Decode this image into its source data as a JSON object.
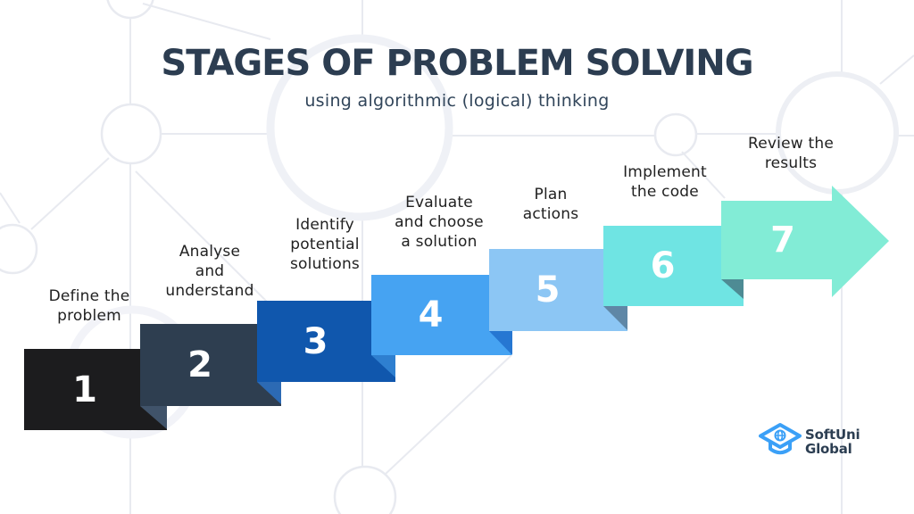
{
  "header": {
    "title": "STAGES OF PROBLEM SOLVING",
    "subtitle": "using algorithmic (logical) thinking"
  },
  "stages": [
    {
      "number": "1",
      "label": "Define the\nproblem",
      "color": "#1c1c1e"
    },
    {
      "number": "2",
      "label": "Analyse\nand\nunderstand",
      "color": "#2e3e50",
      "fold_color": "#40536a"
    },
    {
      "number": "3",
      "label": "Identify\npotential\nsolutions",
      "color": "#1057ad",
      "fold_color": "#2c6ab4"
    },
    {
      "number": "4",
      "label": "Evaluate\nand choose\na solution",
      "color": "#46a3f2",
      "fold_color": "#2e7fd0"
    },
    {
      "number": "5",
      "label": "Plan\nactions",
      "color": "#8cc6f4",
      "fold_color": "#2677d2"
    },
    {
      "number": "6",
      "label": "Implement\nthe code",
      "color": "#6fe4e3",
      "fold_color": "#5f87a6"
    },
    {
      "number": "7",
      "label": "Review the\nresults",
      "color": "#82ecd6",
      "fold_color": "#4e8b94",
      "shape": "arrow"
    }
  ],
  "logo": {
    "brand_line1": "SoftUni",
    "brand_line2": "Global",
    "icon": "graduation-cap-globe-icon",
    "icon_color": "#3ba0f7",
    "text_color": "#2c3e52"
  },
  "background": {
    "description": "light gray network of circles and connecting lines",
    "line_color": "#e8eaf0"
  }
}
